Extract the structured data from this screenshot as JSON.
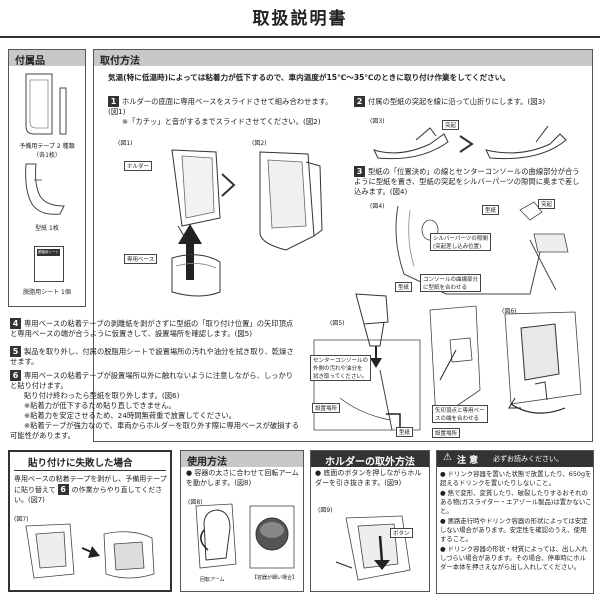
{
  "title": "取扱説明書",
  "accessories": {
    "heading": "付属品",
    "tape_label": "予備用テープ 2 種類\n（各1枚）",
    "template_label": "型紙 1枚",
    "sheet_label": "脱脂用シート 1個",
    "sheet_pack_text": "脱脂用シート"
  },
  "install": {
    "heading": "取付方法",
    "intro": "気温(特に低温時)によっては粘着力が低下するので、車内温度が15℃～35℃のときに取り付け作業をしてください。",
    "step1": {
      "num": "1",
      "text": "ホルダーの底面に専用ベースをスライドさせて組み合わせます。(図1)",
      "note": "※「カチッ」と音がするまでスライドさせてください。(図2)"
    },
    "step2": {
      "num": "2",
      "text": "付属の型紙の突起を線に沿って山折りにします。(図3)"
    },
    "step3": {
      "num": "3",
      "text": "型紙の「位置決め」の線とセンターコンソールの曲線部分が合うように型紙を置き、型紙の突起をシルバーパーツの隙間に奥まで差し込みます。(図4)"
    },
    "step4": {
      "num": "4",
      "text": "専用ベースの粘着テープの剥離紙を剥がさずに型紙の「取り付け位置」の矢印頂点と専用ベースの端が合うように仮置きして、設置場所を確認します。(図5)"
    },
    "step5": {
      "num": "5",
      "text": "製品を取り外し、付属の脱脂用シートで設置場所の汚れや油分を拭き取り、乾燥させます。"
    },
    "step6": {
      "num": "6",
      "text": "専用ベースの粘着テープが設置場所以外に触れないように注意しながら、しっかりと貼り付けます。",
      "line2": "貼り付け終わったら型紙を取り外します。(図6)",
      "note1": "※粘着力が低下するため貼り直しできません。",
      "note2": "※粘着力を安定させるため、24時間無荷重で放置してください。",
      "note3": "※粘着テープが強力なので、車両からホルダーを取り外す際に専用ベースが破損する可能性があります。"
    },
    "fig1": "(図1)",
    "fig2": "(図2)",
    "fig3": "(図3)",
    "fig4": "(図4)",
    "fig5": "(図5)",
    "fig6": "(図6)",
    "lbl_holder": "ホルダー",
    "lbl_base": "専用ベース",
    "lbl_tab": "突起",
    "lbl_template": "型紙",
    "lbl_silver": "シルバーパーツの隙間\n(突起差し込み位置)",
    "lbl_curve": "コンソールの曲線部分\nに型紙を合わせる",
    "lbl_console": "センターコンソールの\n外側の汚れや油分を\n拭き取ってください。",
    "lbl_place": "設置場所",
    "lbl_arrow": "矢印頂点と専用ベー\nスの端を合わせる",
    "lbl_template2": "型紙",
    "lbl_place2": "設置場所"
  },
  "failure": {
    "heading": "貼り付けに失敗した場合",
    "text_a": "専用ベースの粘着テープを剥がし、予備用テープに貼り替えて",
    "num": "6",
    "text_b": "の作業からやり直してください。(図7)",
    "fig7": "(図7)"
  },
  "usage": {
    "heading": "使用方法",
    "text": "容器の太さに合わせて回転アームを動かします。(図8)",
    "fig8": "(図8)",
    "lbl_arm": "回転アーム",
    "lbl_thin": "【容器が細い場合】"
  },
  "removal": {
    "heading": "ホルダーの取外方法",
    "text": "底面のボタンを押しながらホルダーを引き抜きます。(図9)",
    "fig9": "(図9)",
    "lbl_button": "ボタン"
  },
  "caution": {
    "heading": "注 意",
    "sub": "必ずお読みください。",
    "items": [
      "ドリンク容器を置いた状態で放置したり、650gを超えるドリンクを置いたりしないこと。",
      "熱で変形、変質したり、破裂したりするおそれのある物(ガスライター・エアゾール製品)は置かないこと。",
      "悪路走行時やドリンク容器の形状によっては安定しない場合があります。安定性を確認のうえ、使用すること。",
      "ドリンク容器の形状・材質によっては、出し入れしづらい場合があります。その場合、停車時にホルダー本体を押さえながら出し入れしてください。"
    ]
  }
}
